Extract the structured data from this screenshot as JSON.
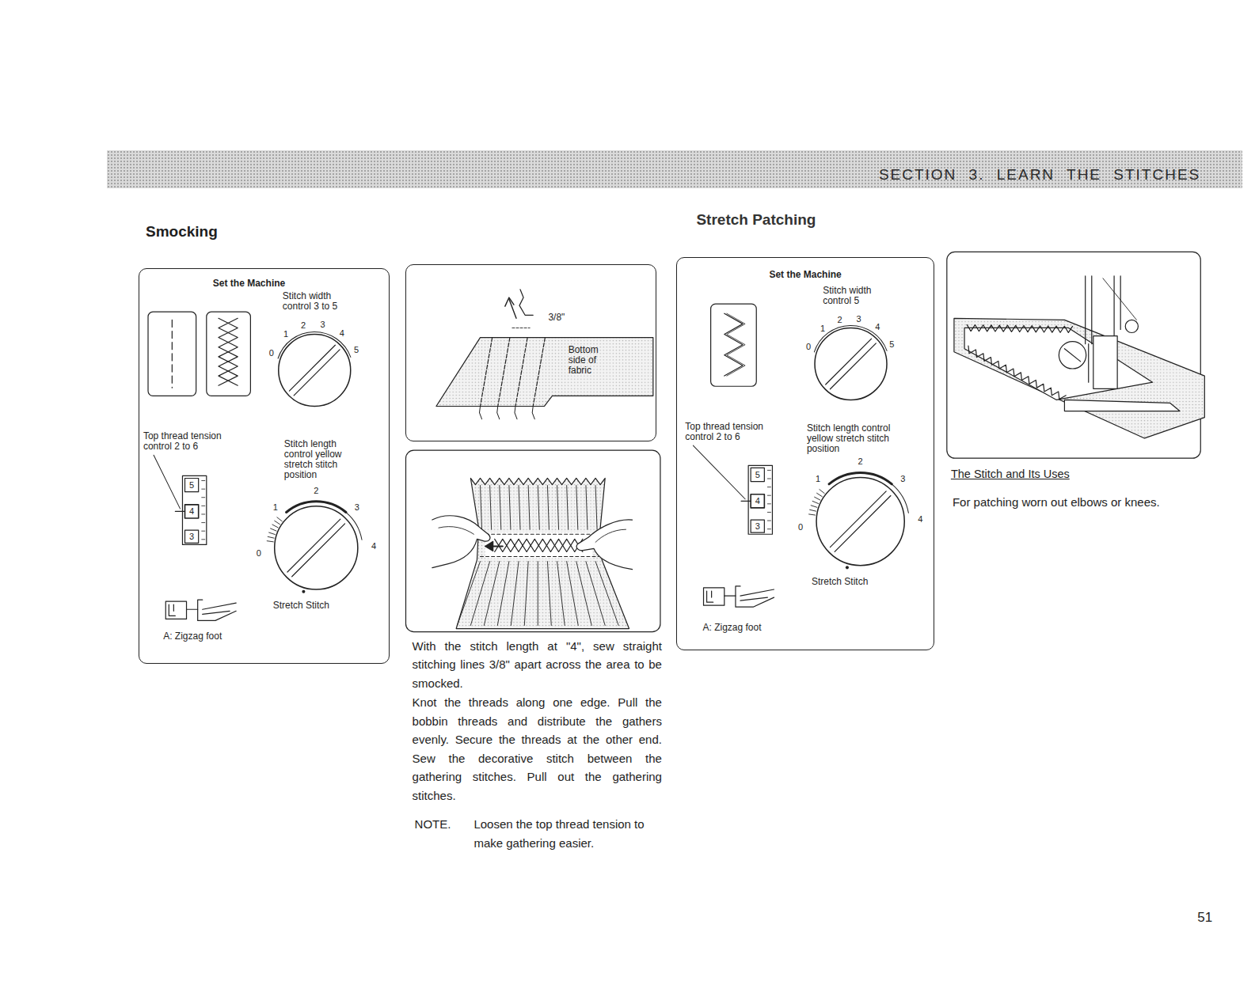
{
  "diagram": {
    "nodes": [
      {
        "text": [
          "SECTION 3. LEARN THE STITCHES"
        ]
      },
      {
        "text": [
          "Set the Machine",
          "Stitch width control 3 to 5",
          "Top thread tension control 2 to 6",
          "Stitch length control yellow stretch stitch position",
          "Stretch Stitch",
          "A: Zigzag foot"
        ]
      },
      {
        "text": [
          "3/8\"",
          "Bottom side of fabric"
        ]
      },
      {
        "text": [
          "Set the Machine",
          "Stitch width control 5",
          "Top thread tension control 2 to 6",
          "Stitch length control yellow stretch stitch position",
          "Stretch Stitch",
          "A: Zigzag foot"
        ]
      }
    ],
    "labels": [
      "Smocking",
      "Stretch Patching",
      "0",
      "1",
      "2",
      "3",
      "4",
      "5",
      "5",
      "4",
      "3",
      "1",
      "2",
      "3",
      "4",
      "0",
      "With the stitch length at \"4\", sew straight stitching lines 3/8\" apart across the area to be smocked.",
      "Knot the threads along one edge. Pull the bobbin threads and distribute the gathers evenly. Secure the threads at the other end. Sew the decorative stitch between the gathering stitches. Pull out the gathering stitches.",
      "NOTE.",
      "Loosen the top thread tension to make gathering easier.",
      "0",
      "1",
      "2",
      "3",
      "4",
      "5",
      "5",
      "4",
      "3",
      "1",
      "2",
      "3",
      "4",
      "0",
      "The Stitch and Its Uses",
      "For patching worn out elbows or knees.",
      "51"
    ]
  }
}
